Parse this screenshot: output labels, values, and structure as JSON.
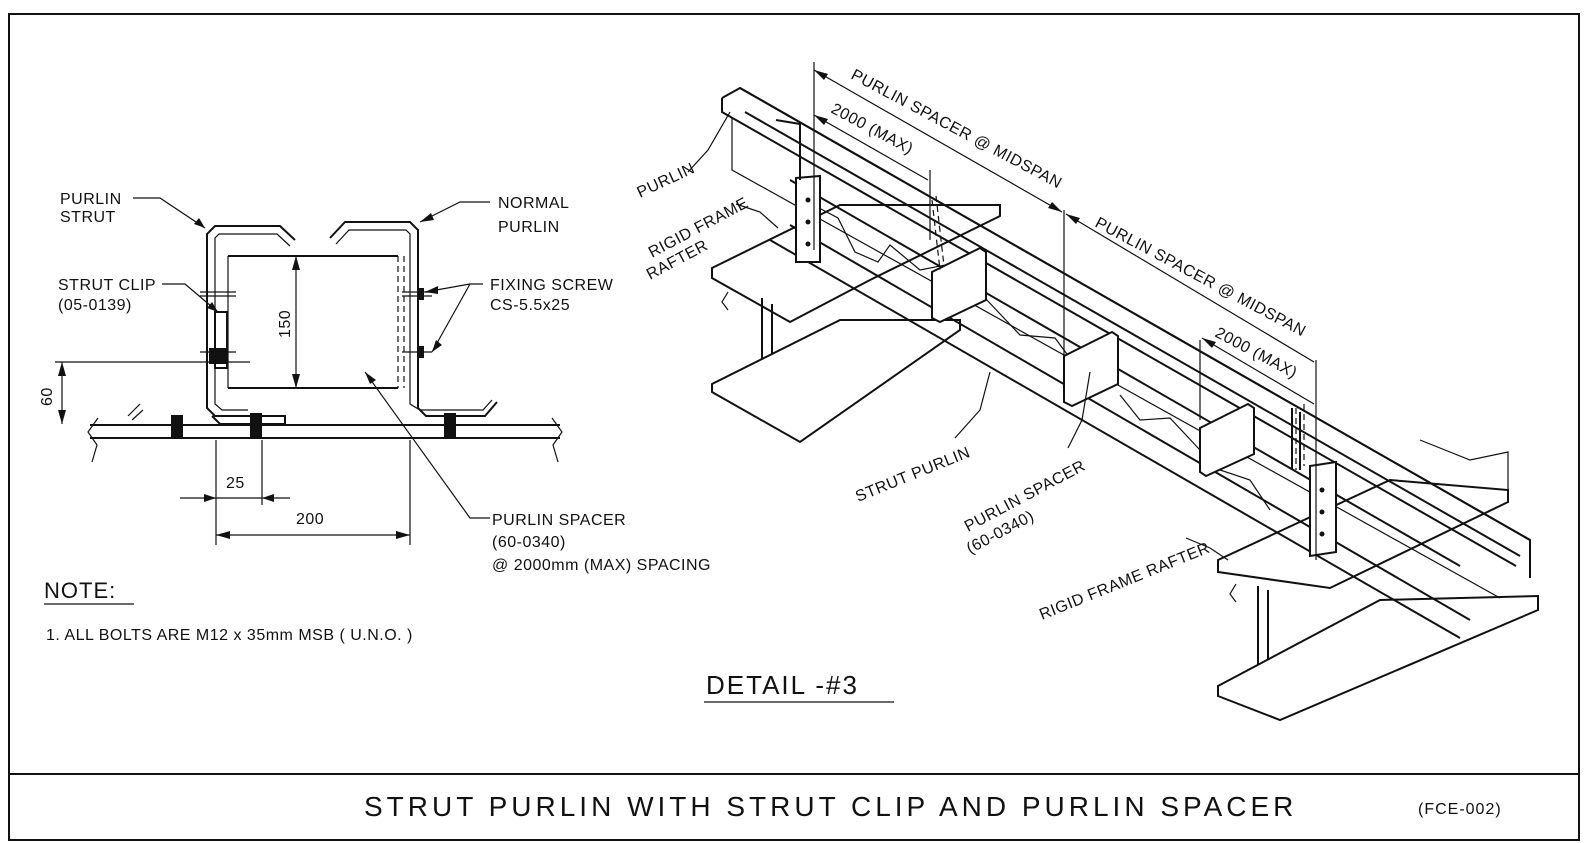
{
  "labels": {
    "purlin_strut": [
      "PURLIN",
      "STRUT"
    ],
    "normal_purlin": [
      "NORMAL",
      "PURLIN"
    ],
    "strut_clip": [
      "STRUT CLIP",
      "(05-0139)"
    ],
    "fixing_screw": [
      "FIXING SCREW",
      "CS-5.5x25"
    ],
    "purlin_spacer_section": [
      "PURLIN SPACER",
      "(60-0340)",
      "@ 2000mm (MAX) SPACING"
    ],
    "purlin_iso": "PURLIN",
    "rigid_frame_rafter_1": [
      "RIGID FRAME",
      "RAFTER"
    ],
    "rigid_frame_rafter_2": "RIGID FRAME RAFTER",
    "strut_purlin": "STRUT PURLIN",
    "purlin_spacer_iso": [
      "PURLIN SPACER",
      "(60-0340)"
    ],
    "spacer_midspan_1": "PURLIN SPACER @ MIDSPAN",
    "spacer_midspan_2": "PURLIN SPACER @ MIDSPAN",
    "max_2000_1": "2000  (MAX)",
    "max_2000_2": "2000  (MAX)"
  },
  "dimensions": {
    "d150": "150",
    "d60": "60",
    "d25": "25",
    "d200": "200"
  },
  "note": {
    "heading": "NOTE:",
    "item1": "1. ALL BOLTS ARE M12 x 35mm MSB ( U.N.O. )"
  },
  "detail_label": "DETAIL  -#3",
  "title_block": {
    "title": "STRUT PURLIN WITH STRUT CLIP AND PURLIN SPACER",
    "code": "(FCE-002)"
  }
}
